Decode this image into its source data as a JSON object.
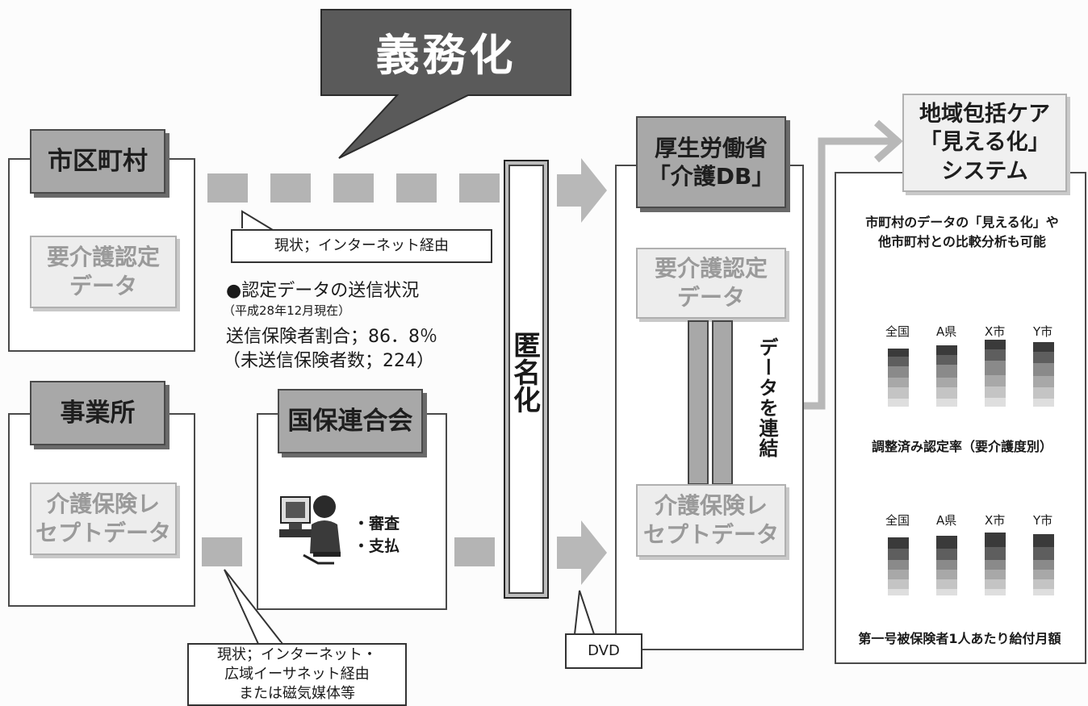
{
  "banner": {
    "title": "義務化"
  },
  "municipality": {
    "header": "市区町村",
    "data_label_1": "要介護認定",
    "data_label_2": "データ"
  },
  "office": {
    "header": "事業所",
    "data_label_1": "介護保険レ",
    "data_label_2": "セプトデータ"
  },
  "kokuho": {
    "header": "国保連合会",
    "task_1": "・審査",
    "task_2": "・支払"
  },
  "callout_top": {
    "text": "現状；インターネット経由"
  },
  "callout_bottom": {
    "line_1": "現状；インターネット・",
    "line_2": "広域イーサネット経由",
    "line_3": "または磁気媒体等"
  },
  "status": {
    "title": "●認定データの送信状況",
    "date": "（平成28年12月現在）",
    "rate": "送信保険者割合；86．8％",
    "unsent": "（未送信保険者数；224）"
  },
  "anonymize": {
    "label": "匿名化"
  },
  "mhlw": {
    "header_1": "厚生労働省",
    "header_2": "「介護DB」",
    "data_1_line_1": "要介護認定",
    "data_1_line_2": "データ",
    "data_2_line_1": "介護保険レ",
    "data_2_line_2": "セプトデータ",
    "link_label": "データを連結"
  },
  "dvd_callout": {
    "text": "DVD"
  },
  "system": {
    "header_1": "地域包括ケア",
    "header_2": "「見える化」",
    "header_3": "システム",
    "desc_1": "市町村のデータの「見える化」や",
    "desc_2": "他市町村との比較分析も可能",
    "chart1_caption": "調整済み認定率（要介護度別）",
    "chart2_caption": "第一号被保険者1人あたり給付月額"
  },
  "chart_data": [
    {
      "type": "bar",
      "categories": [
        "全国",
        "A県",
        "X市",
        "Y市"
      ],
      "caption": "調整済み認定率（要介護度別）"
    },
    {
      "type": "bar",
      "categories": [
        "全国",
        "A県",
        "X市",
        "Y市"
      ],
      "caption": "第一号被保険者1人あたり給付月額"
    }
  ],
  "colors": {
    "header_fill": "#a8a8a8",
    "light_fill": "#ededed",
    "arrow": "#b8b8b8",
    "banner": "#5a5a5a"
  }
}
